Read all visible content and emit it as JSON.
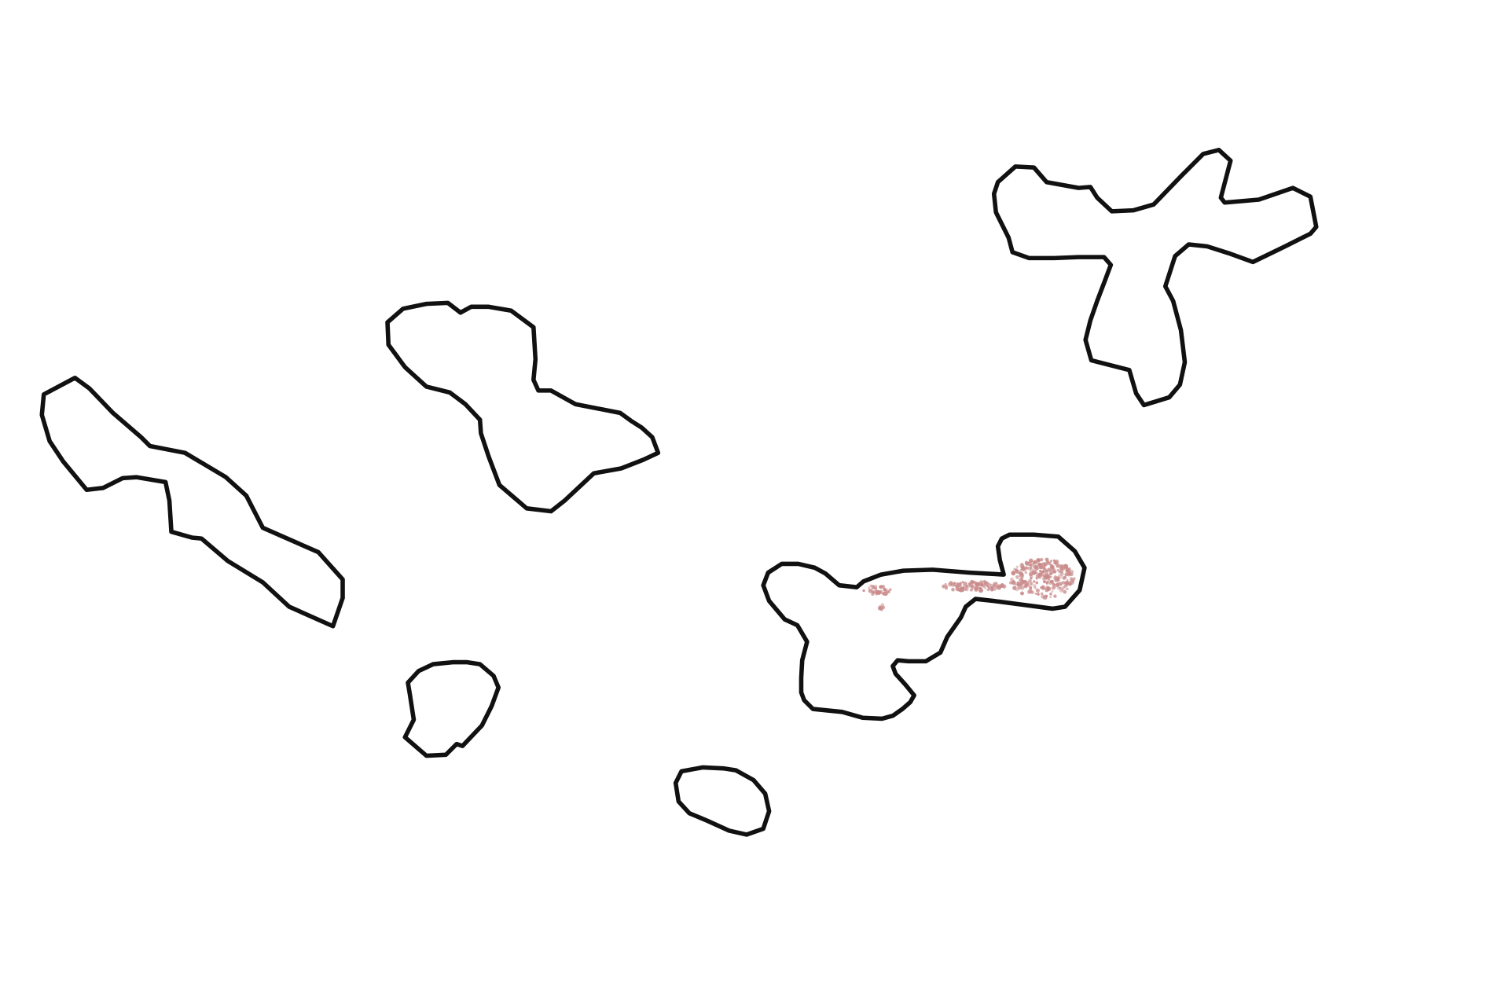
{
  "colors": {
    "background": "#ffffff",
    "outline": "#111111",
    "highlight": "#c98a8a"
  },
  "shapes": [
    {
      "name": "outline-shape-elongated-left"
    },
    {
      "name": "outline-shape-center-left"
    },
    {
      "name": "outline-shape-top-right-cross"
    },
    {
      "name": "outline-shape-small-blob-left"
    },
    {
      "name": "outline-shape-small-blob-bottom"
    },
    {
      "name": "outline-shape-center-right"
    }
  ]
}
